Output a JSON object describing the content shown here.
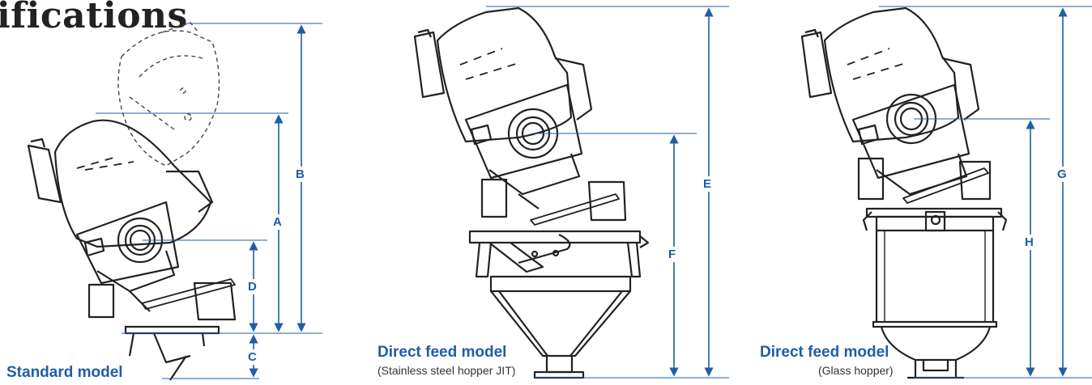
{
  "title": "ifications",
  "models": [
    {
      "caption": "Standard model",
      "subcaption": ""
    },
    {
      "caption": "Direct feed model",
      "subcaption": "(Stainless steel hopper JIT)"
    },
    {
      "caption": "Direct feed model",
      "subcaption": "(Glass hopper)"
    }
  ],
  "dimensions": [
    "A",
    "B",
    "C",
    "D",
    "E",
    "F",
    "G",
    "H"
  ],
  "colors": {
    "dimension": "#1f5da6",
    "drawing": "#222222",
    "caption": "#1f5da6"
  }
}
